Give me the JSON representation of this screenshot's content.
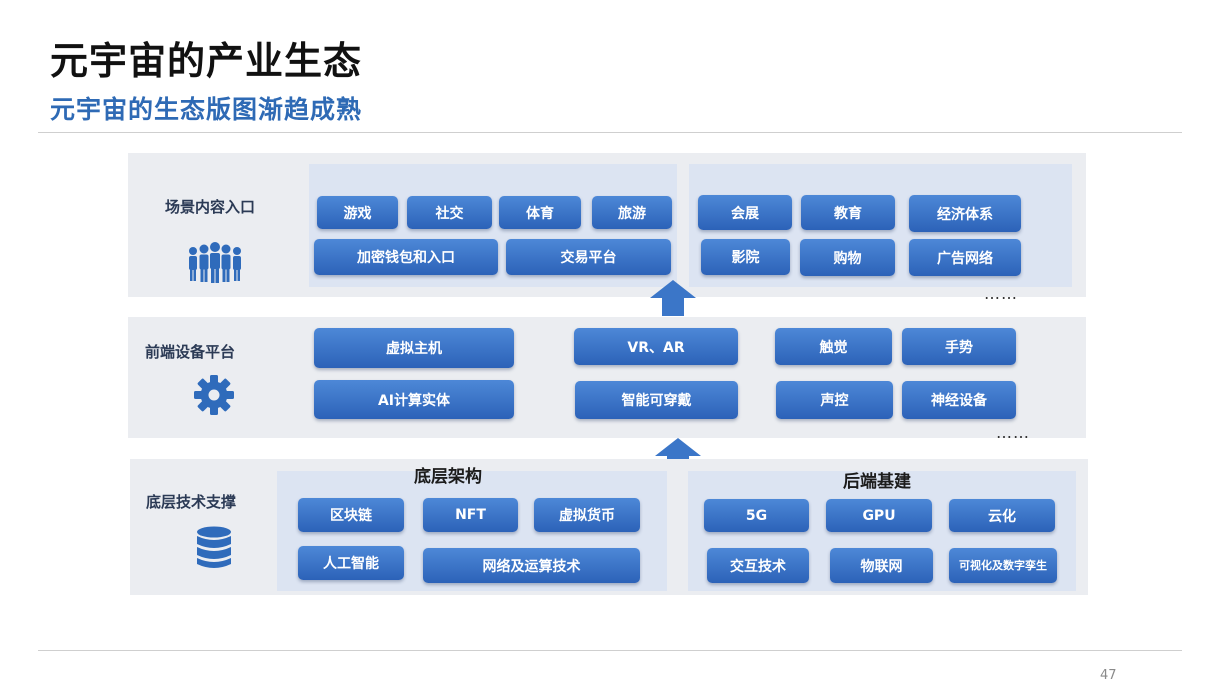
{
  "header": {
    "title": "元宇宙的产业生态",
    "subtitle": "元宇宙的生态版图渐趋成熟"
  },
  "layers": {
    "scene": {
      "label": "场景内容入口",
      "icon": "people-group-icon",
      "left_panel": {
        "row1": [
          "游戏",
          "社交",
          "体育",
          "旅游"
        ],
        "row2": [
          "加密钱包和入口",
          "交易平台"
        ]
      },
      "right_panel": {
        "row1": [
          "会展",
          "教育",
          "经济体系"
        ],
        "row2": [
          "影院",
          "购物",
          "广告网络"
        ]
      },
      "more": "……"
    },
    "frontend": {
      "label": "前端设备平台",
      "icon": "gear-icon",
      "col1": [
        "虚拟主机",
        "AI计算实体"
      ],
      "col2": [
        "VR、AR",
        "智能可穿戴"
      ],
      "col3": [
        "触觉",
        "声控"
      ],
      "col4": [
        "手势",
        "神经设备"
      ],
      "more": "……"
    },
    "infra": {
      "label": "底层技术支撑",
      "icon": "database-icon",
      "left_group": {
        "title": "底层架构",
        "row1": [
          "区块链",
          "NFT",
          "虚拟货币"
        ],
        "row2": [
          "人工智能",
          "网络及运算技术"
        ]
      },
      "right_group": {
        "title": "后端基建",
        "row1": [
          "5G",
          "GPU",
          "云化"
        ],
        "row2": [
          "交互技术",
          "物联网",
          "可视化及数字孪生"
        ]
      }
    }
  },
  "page_number": "47",
  "colors": {
    "accent": "#2e6ab5",
    "button": "#3a73c6",
    "layer_bg": "#ebedf1",
    "panel_bg": "#dce4f2"
  }
}
